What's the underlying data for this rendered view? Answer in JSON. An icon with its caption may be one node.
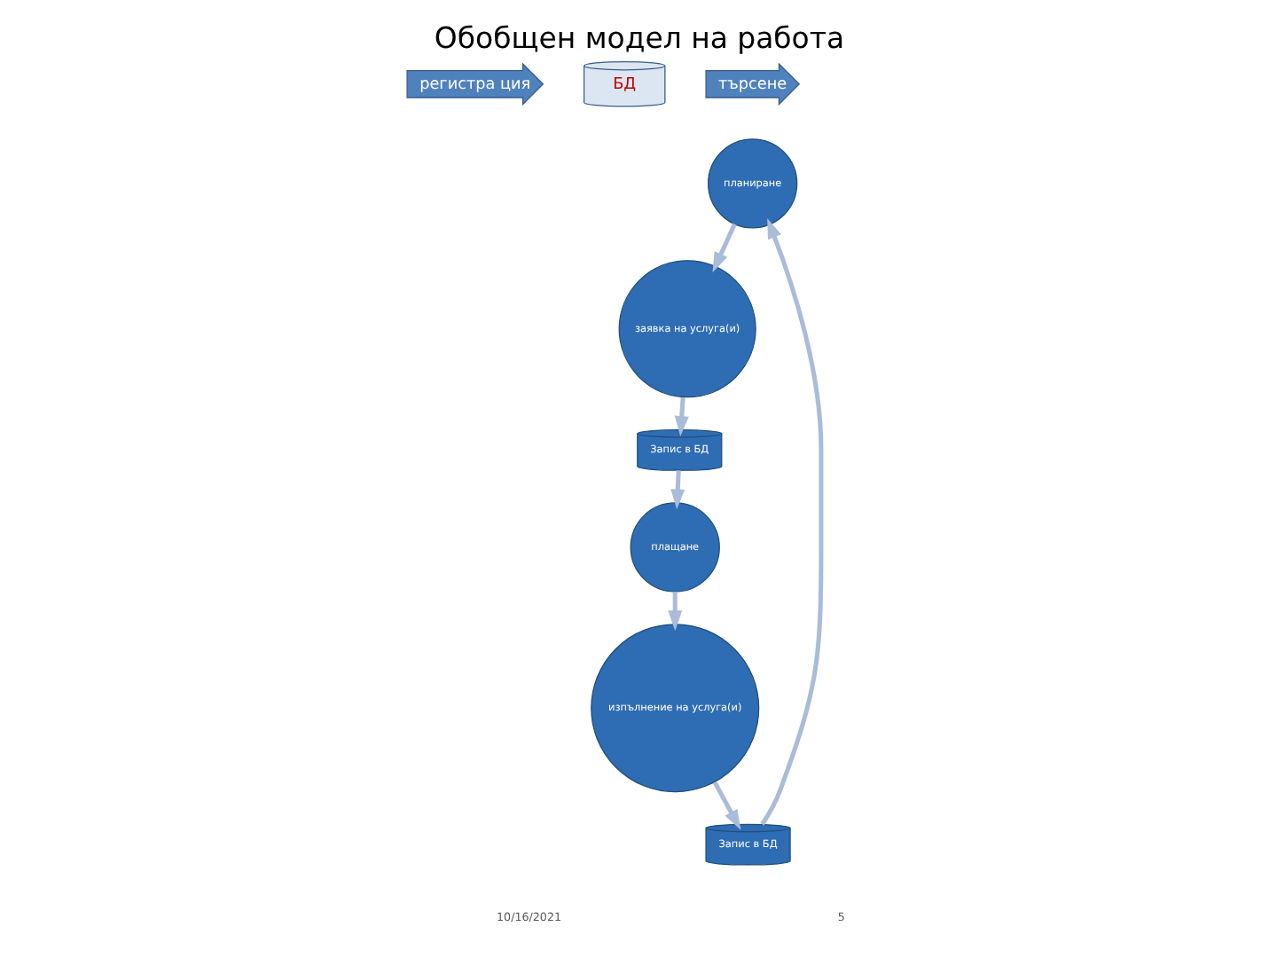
{
  "diagram": {
    "title": "Обобщен модел на работа",
    "nodes": [
      {
        "text": [
          "регистра ция"
        ]
      },
      {
        "text": [
          "БД"
        ]
      },
      {
        "text": [
          "търсене"
        ]
      },
      {
        "text": [
          "планиране"
        ]
      },
      {
        "text": [
          "заявка на услуга(и)"
        ]
      },
      {
        "text": [
          "Запис в БД"
        ]
      },
      {
        "text": [
          "плащане"
        ]
      },
      {
        "text": [
          "изпълнение на услуга(и)"
        ]
      },
      {
        "text": [
          "Запис в БД"
        ]
      }
    ],
    "edges": [
      {
        "from": 8,
        "to": 3,
        "arrow": "to"
      },
      {
        "from": 3,
        "to": 4,
        "arrow": "to"
      },
      {
        "from": 4,
        "to": 5,
        "arrow": "to"
      },
      {
        "from": 5,
        "to": 6,
        "arrow": "to"
      },
      {
        "from": 6,
        "to": 7,
        "arrow": "to"
      },
      {
        "from": 7,
        "to": 8,
        "arrow": "to"
      }
    ],
    "labels": [
      "10/16/2021",
      "5"
    ]
  }
}
